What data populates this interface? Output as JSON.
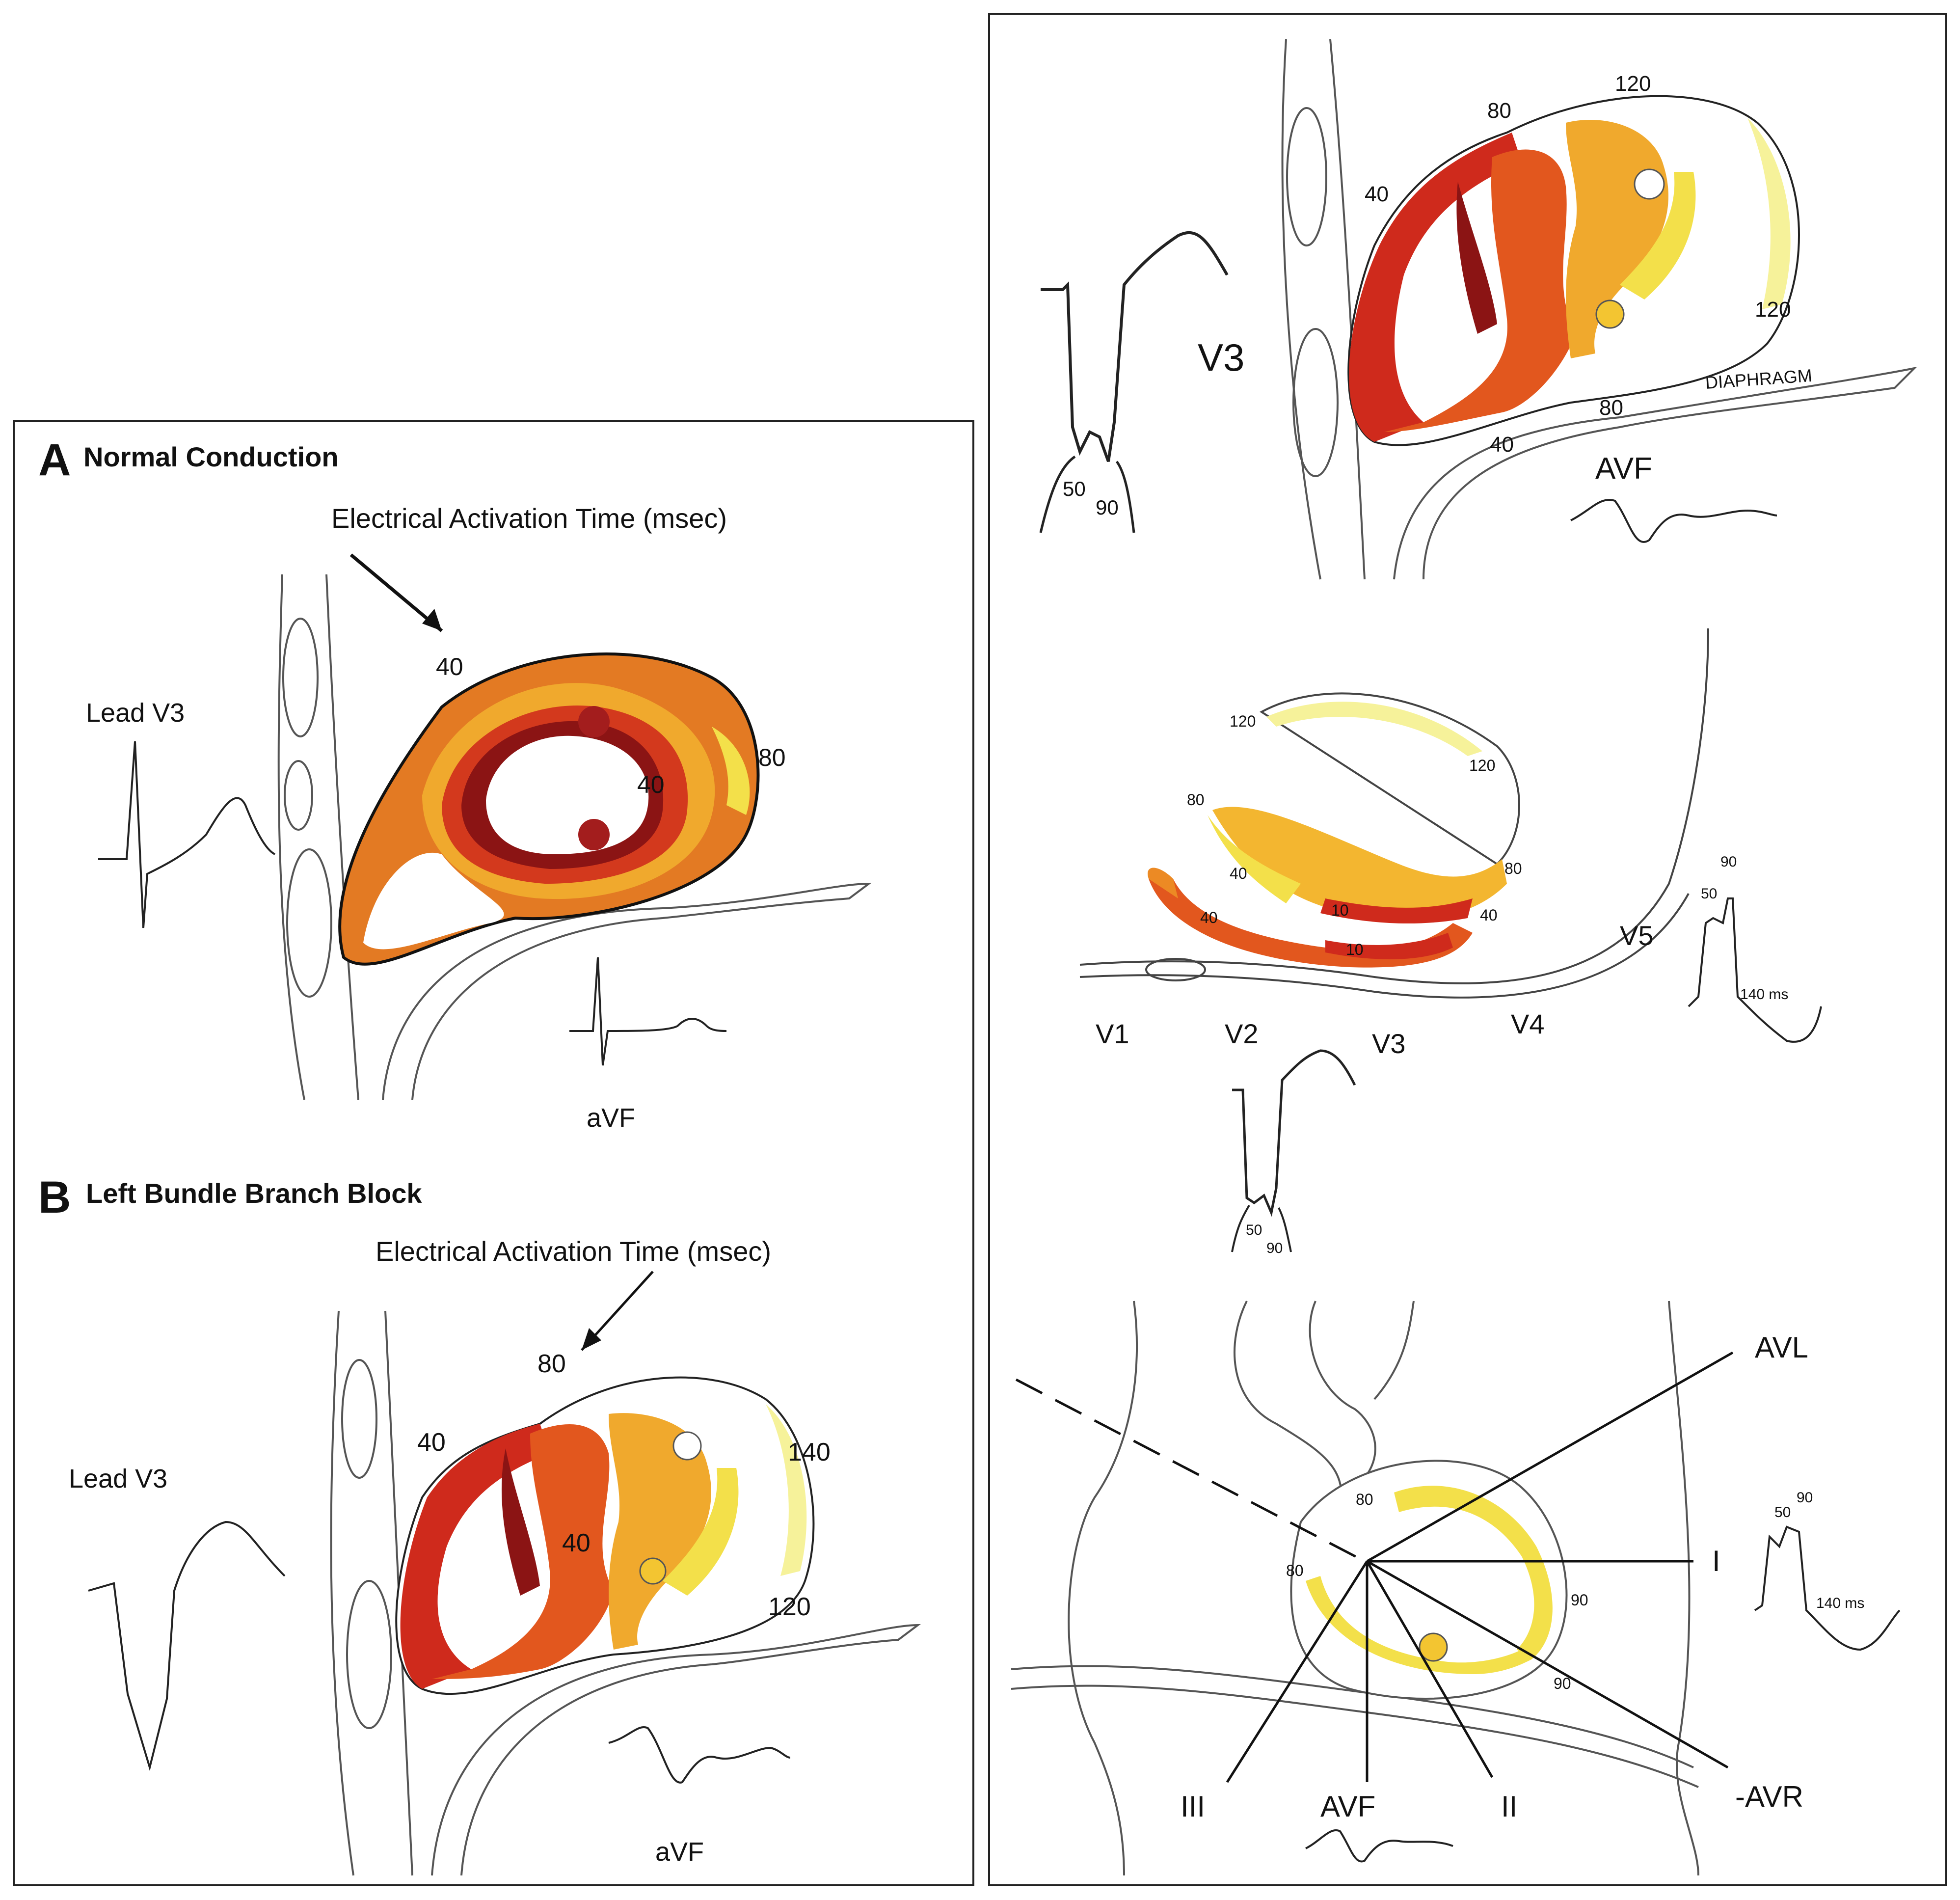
{
  "panel_a": {
    "letter": "A",
    "title": "Normal Conduction",
    "activation_label": "Electrical Activation Time (msec)",
    "lead_v3": "Lead V3",
    "avf": "aVF",
    "times": {
      "epi_top": "40",
      "lateral": "80",
      "inner": "40"
    }
  },
  "panel_b": {
    "letter": "B",
    "title": "Left Bundle Branch Block",
    "activation_label": "Electrical Activation Time (msec)",
    "lead_v3": "Lead V3",
    "avf": "aVF",
    "times": {
      "top": "80",
      "left": "40",
      "septum": "40",
      "lateral": "140",
      "inferior": "120"
    }
  },
  "right_top": {
    "lead": "V3",
    "avf": "AVF",
    "diaphragm": "DIAPHRAGM",
    "tick_50": "50",
    "tick_90": "90",
    "times": {
      "t80": "80",
      "t120a": "120",
      "t40a": "40",
      "t120b": "120",
      "t80b": "80",
      "t40b": "40"
    }
  },
  "right_middle": {
    "leads": [
      "V1",
      "V2",
      "V3",
      "V4",
      "V5"
    ],
    "times": {
      "t120a": "120",
      "t120b": "120",
      "t80a": "80",
      "t80b": "80",
      "t40a": "40",
      "t40b": "40",
      "t40c": "40",
      "t10a": "10",
      "t10b": "10"
    },
    "ecg_v5": {
      "t50": "50",
      "t90": "90",
      "t140": "140 ms"
    },
    "ecg_v3": {
      "t50": "50",
      "t90": "90"
    }
  },
  "right_bottom": {
    "axes": [
      "AVL",
      "I",
      "-AVR",
      "II",
      "AVF",
      "III"
    ],
    "times": {
      "t80a": "80",
      "t80b": "80",
      "t90a": "90",
      "t90b": "90"
    },
    "ecg": {
      "t50": "50",
      "t90": "90",
      "t140": "140 ms"
    }
  },
  "colors": {
    "dark_red": "#8b1414",
    "red": "#cf2a1c",
    "orange_red": "#e2571e",
    "orange": "#ec8a24",
    "yellow_orange": "#f3b630",
    "yellow": "#f3e04a",
    "pale_yellow": "#f6f29a"
  }
}
